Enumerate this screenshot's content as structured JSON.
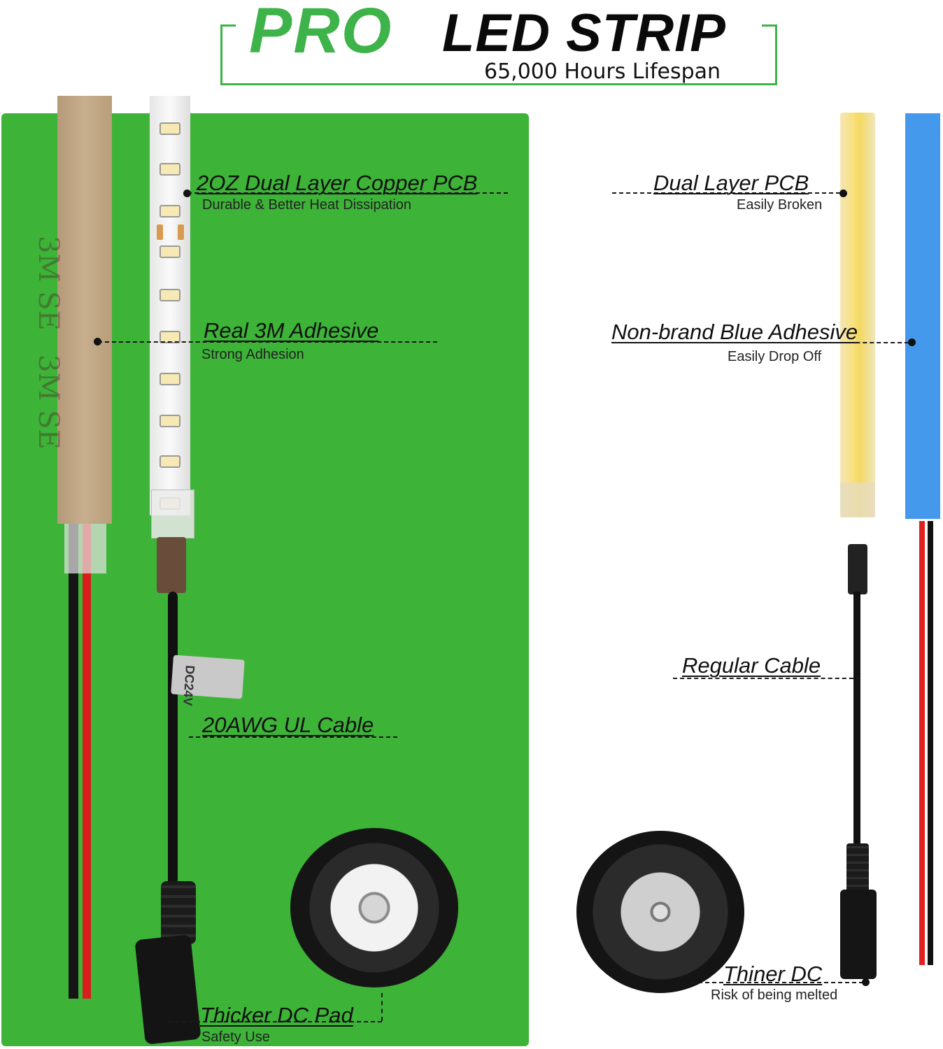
{
  "header": {
    "brand_tag": "PRO",
    "title": "LED STRIP",
    "subtitle": "65,000 Hours Lifespan"
  },
  "pro_side": {
    "callouts": [
      {
        "title": "2OZ Dual Layer Copper PCB",
        "subtitle": "Durable & Better Heat Dissipation"
      },
      {
        "title": "Real 3M Adhesive",
        "subtitle": "Strong Adhesion"
      },
      {
        "title": "20AWG UL Cable",
        "subtitle": ""
      },
      {
        "title": "Thicker DC Pad",
        "subtitle": "Safety Use"
      }
    ],
    "cable_label": "DC24V",
    "tape_mark": "3M SE"
  },
  "standard_side": {
    "callouts": [
      {
        "title": "Dual Layer PCB",
        "subtitle": "Easily Broken"
      },
      {
        "title": "Non-brand Blue Adhesive",
        "subtitle": "Easily Drop Off"
      },
      {
        "title": "Regular Cable",
        "subtitle": ""
      },
      {
        "title": "Thiner DC",
        "subtitle": "Risk of being melted"
      }
    ]
  },
  "colors": {
    "accent_green": "#3db34a",
    "panel_green": "#3db338",
    "blue_adhesive": "#4499ec",
    "wire_red": "#d91c1c"
  }
}
